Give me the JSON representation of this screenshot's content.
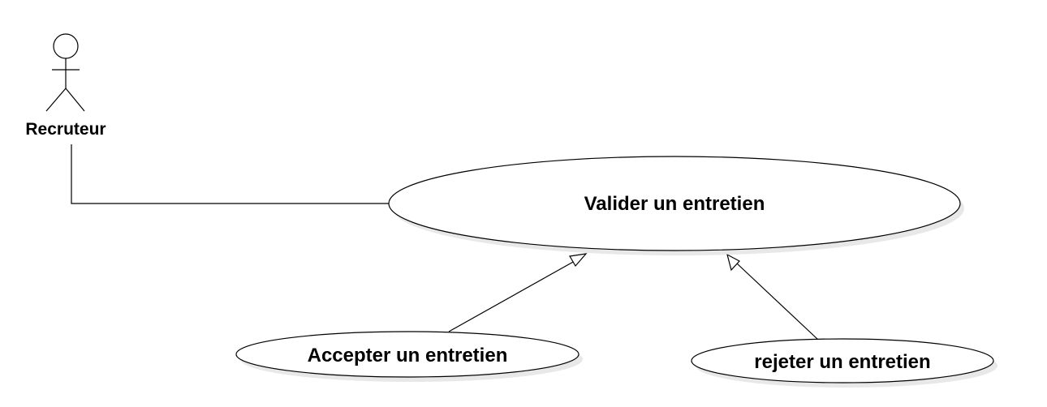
{
  "actor": {
    "name": "Recruteur"
  },
  "use_cases": {
    "main": "Valider un entretien",
    "accept": "Accepter un entretien",
    "reject": "rejeter un entretien"
  }
}
